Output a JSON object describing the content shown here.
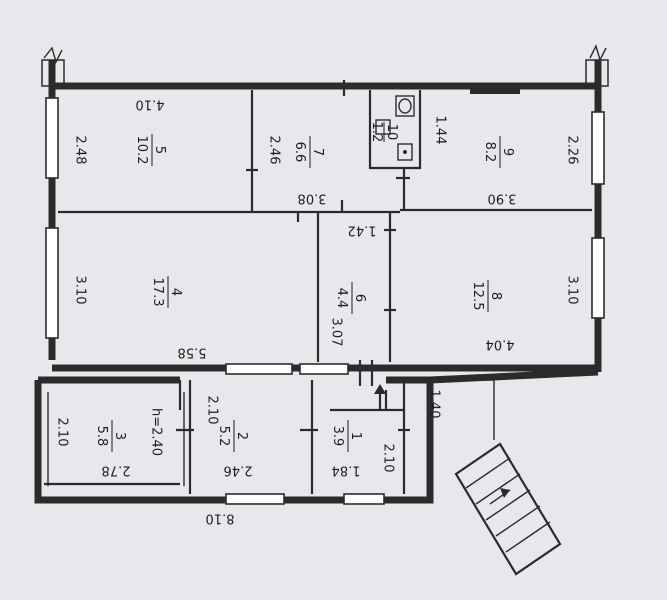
{
  "plan": {
    "rooms": [
      {
        "id": "5",
        "number": "5",
        "area": "10.2"
      },
      {
        "id": "7",
        "number": "7",
        "area": "6.6"
      },
      {
        "id": "10",
        "number": "10",
        "area": "1.2"
      },
      {
        "id": "9",
        "number": "9",
        "area": "8.2"
      },
      {
        "id": "4",
        "number": "4",
        "area": "17.3"
      },
      {
        "id": "6",
        "number": "6",
        "area": "4.4"
      },
      {
        "id": "8",
        "number": "8",
        "area": "12.5"
      },
      {
        "id": "3",
        "number": "3",
        "area": "5.8"
      },
      {
        "id": "2",
        "number": "2",
        "area": "5.2"
      },
      {
        "id": "1",
        "number": "1",
        "area": "3.9"
      }
    ],
    "dimensions": [
      "4.10",
      "2.48",
      "2.46",
      "3.08",
      "1.44",
      "2.26",
      "3.90",
      "1.42",
      "3.10",
      "5.58",
      "3.07",
      "3.10",
      "4.04",
      "2.10",
      "h=2.40",
      "2.10",
      "2.78",
      "2.46",
      "1.84",
      "2.10",
      "1.40",
      "8.10"
    ]
  }
}
